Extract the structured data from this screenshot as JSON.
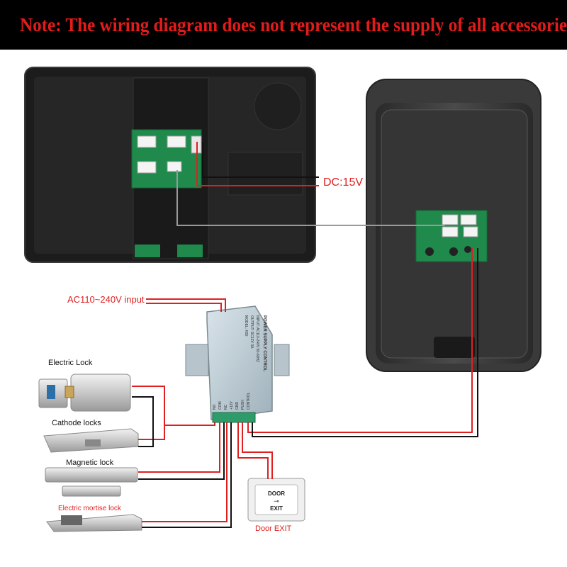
{
  "banner": {
    "text": "Note: The wiring diagram does not represent the supply of all accessories"
  },
  "labels": {
    "dc": "DC:15V",
    "ac_input": "AC110~240V input",
    "electric_lock": "Electric Lock",
    "cathode_locks": "Cathode locks",
    "magnetic_lock": "Magnetic lock",
    "mortise_lock": "Electric mortise lock",
    "door_exit_caption": "Door EXIT",
    "door_button_line1": "DOOR",
    "door_button_line2": "EXIT"
  },
  "power_supply": {
    "title": "POWER SUPPLY CONTROL",
    "input": "INPUT: AC110-240V 50-60HZ",
    "output": "OUTPUT: DC12V 3A",
    "model": "MODEL: K80",
    "terminals": [
      "NO",
      "COM",
      "NC",
      "+12V",
      "GND",
      "PUSH",
      "CONTROL"
    ]
  },
  "colors": {
    "red_wire": "#e02020",
    "black_wire": "#111111",
    "gray_wire": "#9a9a9a",
    "banner_text": "#e41b1b"
  }
}
